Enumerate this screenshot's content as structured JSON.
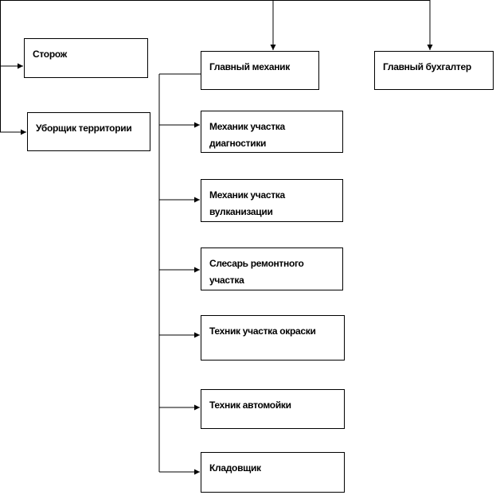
{
  "diagram": {
    "nodes": {
      "storozh": "Сторож",
      "glavmeh": "Главный механик",
      "buhgalter": "Главный бухгалтер",
      "uborshik": "Уборщик территории",
      "diagnostika": "Механик участка диагностики",
      "vulkan": "Механик участка вулканизации",
      "slesar": "Слесарь ремонтного участка",
      "okraska": "Техник участка окраски",
      "moika": "Техник автомойки",
      "kladovshik": "Кладовщик"
    },
    "edges": [
      {
        "from": "top",
        "to": "glavmeh"
      },
      {
        "from": "top",
        "to": "buhgalter"
      },
      {
        "from": "top",
        "to": "storozh"
      },
      {
        "from": "top",
        "to": "uborshik"
      },
      {
        "from": "glavmeh",
        "to": "diagnostika"
      },
      {
        "from": "glavmeh",
        "to": "vulkan"
      },
      {
        "from": "glavmeh",
        "to": "slesar"
      },
      {
        "from": "glavmeh",
        "to": "okraska"
      },
      {
        "from": "glavmeh",
        "to": "moika"
      },
      {
        "from": "glavmeh",
        "to": "kladovshik"
      }
    ],
    "line_color": "#000000"
  }
}
